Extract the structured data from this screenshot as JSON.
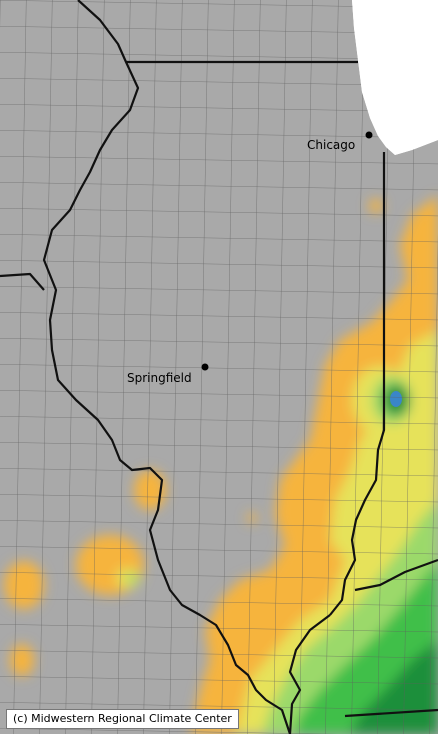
{
  "cities": [
    {
      "name": "Chicago",
      "id": "chicago"
    },
    {
      "name": "Springfield",
      "id": "springfield"
    }
  ],
  "credit": "(c) Midwestern Regional Climate Center",
  "colors": {
    "land_no_data": "#a9a9a9",
    "county_border": "#5e5e5e",
    "state_border": "#111111",
    "lake": "#ffffff",
    "class_orange": "#f6b43c",
    "class_yellow": "#e6e25a",
    "class_light_green": "#9bd96a",
    "class_green": "#3fbf4a",
    "class_dark_green": "#1f8f3a",
    "class_blue": "#3a86c8"
  }
}
